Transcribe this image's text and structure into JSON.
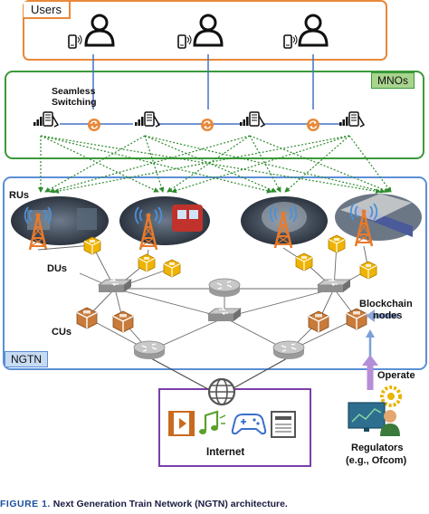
{
  "groups": {
    "users": "Users",
    "mnos": "MNOs",
    "ngtn": "NGTN"
  },
  "labels": {
    "seamless_switching": [
      "Seamless",
      "Switching"
    ],
    "rus": "RUs",
    "dus": "DUs",
    "cus": "CUs",
    "blockchain_nodes": [
      "Blockchain",
      "nodes"
    ],
    "operate": "Operate",
    "regulators": [
      "Regulators",
      "(e.g., Ofcom)"
    ],
    "internet": "Internet"
  },
  "caption": {
    "figure": "FIGURE 1.",
    "text": "Next Generation Train Network (NGTN) architecture."
  },
  "colors": {
    "users_border": "#e8893a",
    "mnos_border": "#3a9a3a",
    "mnos_tag_bg": "#a9d48e",
    "ngtn_border": "#5b8fd6",
    "ngtn_tag_bg": "#c7dbf3",
    "internet_border": "#7b3fa8",
    "switch_circle": "#e8893a",
    "dotted_link": "#2e8b2e",
    "user_link": "#4472c4",
    "arrow": "#8fa8d8",
    "tower": "#e87a2a",
    "du_cube": "#f0b400",
    "cu_cube": "#c87b3a"
  },
  "icons": [
    "user-icon",
    "phone-icon",
    "base-station-icon",
    "sync-icon",
    "tower-icon",
    "cube-icon",
    "router-icon",
    "switch-icon",
    "globe-icon",
    "video-icon",
    "music-icon",
    "gamepad-icon",
    "news-icon",
    "regulator-icon"
  ]
}
